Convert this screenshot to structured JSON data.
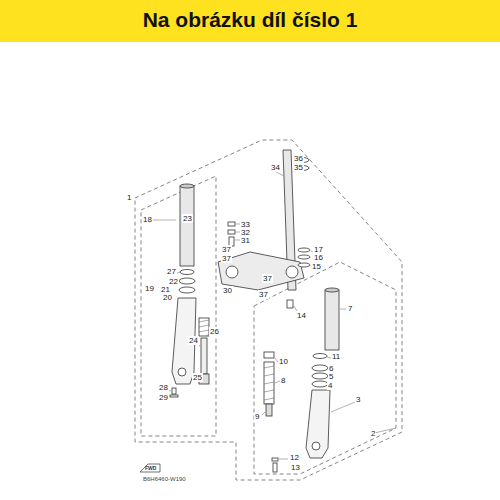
{
  "diagram": {
    "title": "Na obrázku díl číslo 1",
    "labels": [
      "1",
      "18",
      "23",
      "33",
      "32",
      "31",
      "34",
      "36",
      "35",
      "37",
      "37",
      "17",
      "16",
      "15",
      "27",
      "22",
      "21",
      "19",
      "20",
      "30",
      "37",
      "37",
      "14",
      "7",
      "26",
      "24",
      "11",
      "6",
      "5",
      "4",
      "10",
      "8",
      "3",
      "2",
      "25",
      "28",
      "29",
      "9",
      "12",
      "13",
      "FWD",
      "B6H6460-W190"
    ]
  }
}
